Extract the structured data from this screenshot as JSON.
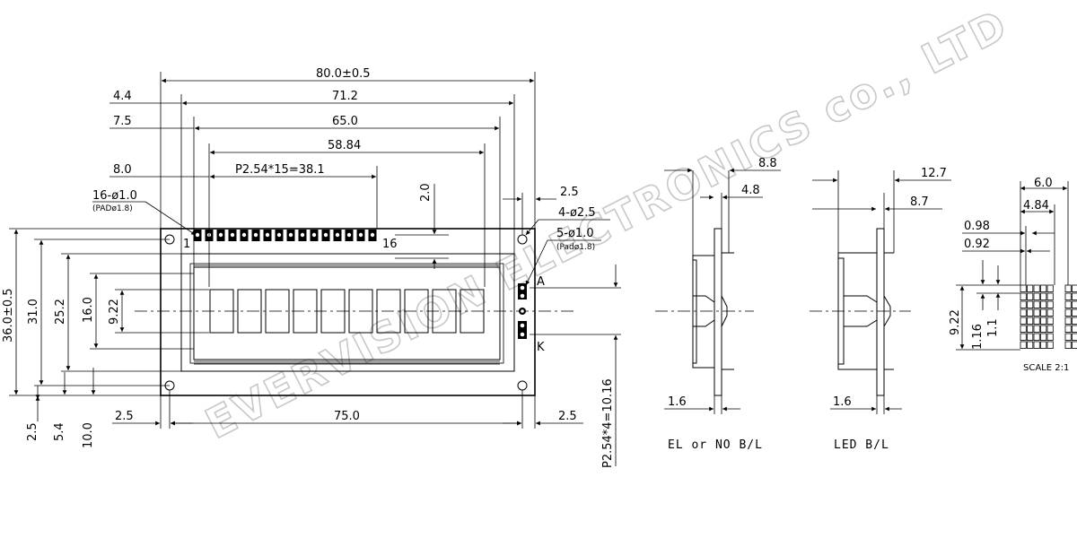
{
  "watermark": "EVERVISION ELECTRONICS co., LTD",
  "front_view": {
    "dims": {
      "overall_width": "80.0±0.5",
      "bezel_width": "71.2",
      "view_width": "65.0",
      "active_width": "58.84",
      "pin_span": "P2.54*15=38.1",
      "left_4_4": "4.4",
      "left_7_5": "7.5",
      "left_8_0": "8.0",
      "pin_holes": "16-ø1.0",
      "pin_pads": "(PADø1.8)",
      "pin_offset": "2.0",
      "right_2_5": "2.5",
      "mount_holes": "4-ø2.5",
      "led_holes": "5-ø1.0",
      "led_pads": "(Padø1.8)",
      "pin_first": "1",
      "pin_last": "16",
      "led_a": "A",
      "led_k": "K",
      "overall_height": "36.0±0.5",
      "h_31_0": "31.0",
      "h_25_2": "25.2",
      "h_16_0": "16.0",
      "h_9_22": "9.22",
      "bottom_left": "2.5",
      "bottom_center": "75.0",
      "bottom_right": "2.5",
      "v_2_5": "2.5",
      "v_5_4": "5.4",
      "v_10_0": "10.0",
      "led_pitch": "P2.54*4=10.16"
    }
  },
  "side_el": {
    "label": "EL or NO B/L",
    "dim_top": "8.8",
    "dim_mid": "4.8",
    "dim_bottom": "1.6"
  },
  "side_led": {
    "label": "LED B/L",
    "dim_top": "12.7",
    "dim_mid": "8.7",
    "dim_bottom": "1.6"
  },
  "char_detail": {
    "w_total": "6.0",
    "w_char": "4.84",
    "dot_w": "0.98",
    "dot_gap": "0.92",
    "h_char": "9.22",
    "h_1_16": "1.16",
    "h_1_1": "1.1",
    "scale": "SCALE 2:1"
  }
}
